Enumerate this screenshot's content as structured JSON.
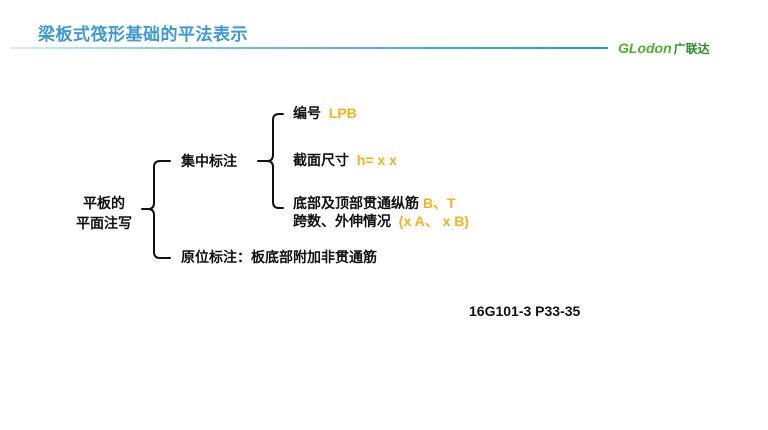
{
  "header": {
    "title": "梁板式筏形基础的平法表示",
    "logo_latin": "GLodon",
    "logo_cn": "广联达"
  },
  "diagram": {
    "root": {
      "line1": "平板的",
      "line2": "平面注写"
    },
    "branch_main": "集中标注",
    "branch_orig": "原位标注：板底部附加非贯通筋",
    "leaf1_label": "编号",
    "leaf1_value": "LPB",
    "leaf2_label": "截面尺寸",
    "leaf2_value": "h= x x",
    "leaf3_line1_label": "底部及顶部贯通纵筋",
    "leaf3_line1_value": "B、T",
    "leaf3_line2_label": "跨数、外伸情况",
    "leaf3_line2_value": "(x A、 x B)"
  },
  "reference": "16G101-3  P33-35",
  "colors": {
    "title": "#3d9ad6",
    "highlight": "#f2b21e",
    "logo": "#4eb32f",
    "text": "#111111"
  }
}
